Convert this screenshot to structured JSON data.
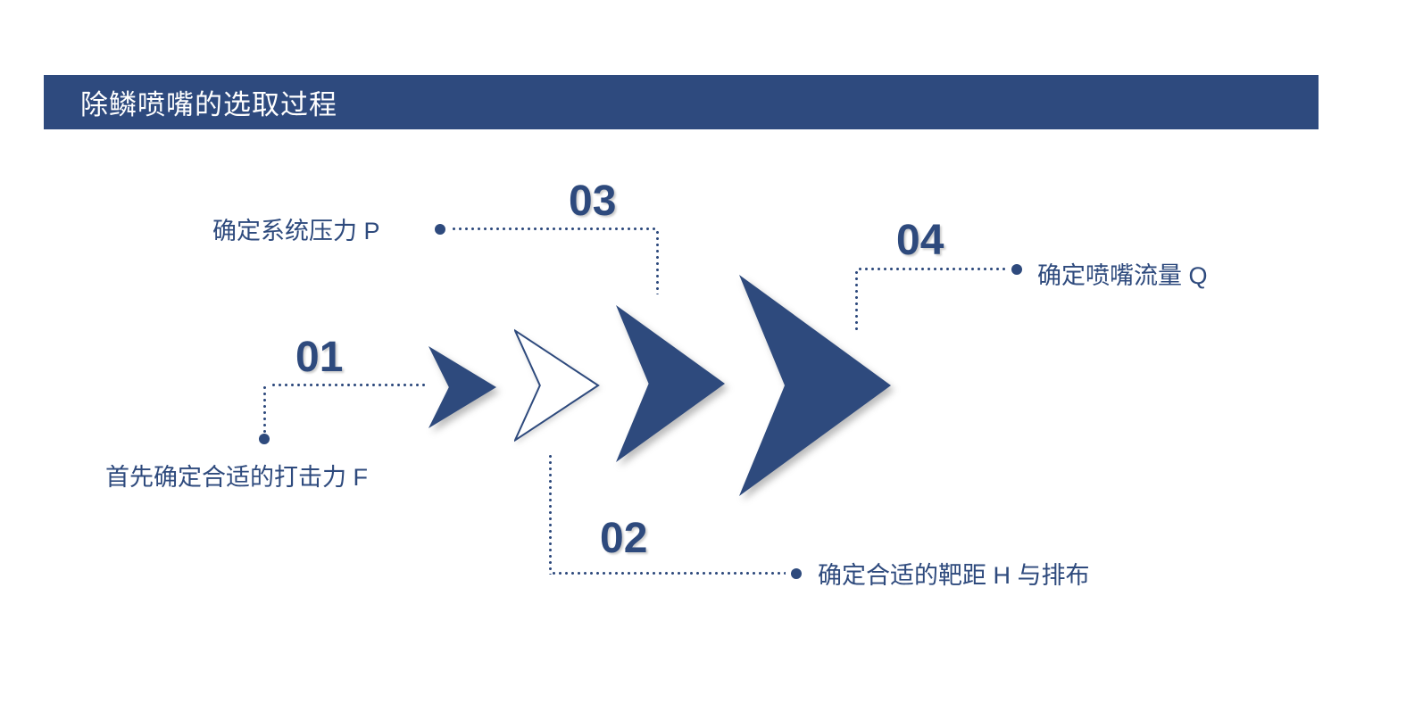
{
  "slide": {
    "title": "除鳞喷嘴的选取过程"
  },
  "steps": [
    {
      "number": "01",
      "label": "首先确定合适的打击力 F"
    },
    {
      "number": "02",
      "label": "确定合适的靶距 H 与排布"
    },
    {
      "number": "03",
      "label": "确定系统压力 P"
    },
    {
      "number": "04",
      "label": "确定喷嘴流量 Q"
    }
  ],
  "colors": {
    "primary": "#2e4a7d",
    "title_bar_background": "#2e4a7e",
    "title_text": "#ffffff",
    "background": "#ffffff"
  },
  "diagram": {
    "type": "process-flow-chevrons",
    "arrow_count": 4,
    "arrow_styles": [
      "filled",
      "outline",
      "filled",
      "filled"
    ]
  }
}
